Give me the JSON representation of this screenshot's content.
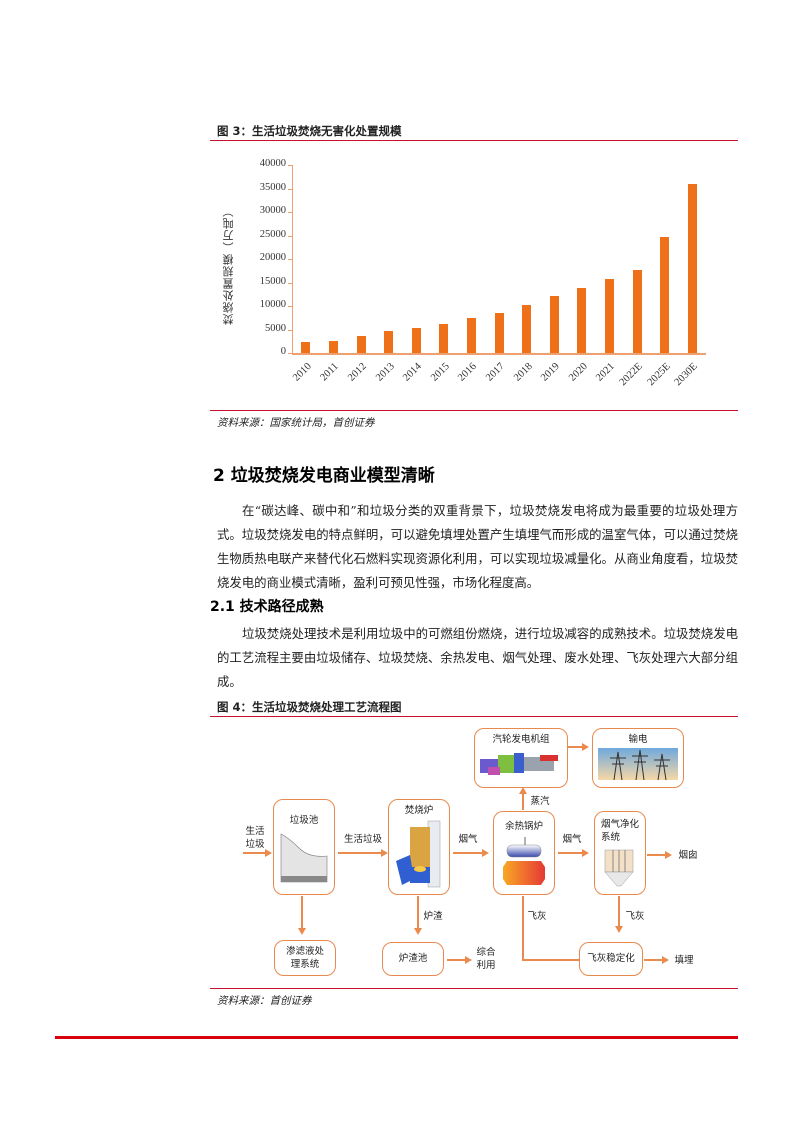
{
  "figure3": {
    "title": "图 3：生活垃圾焚烧无害化处置规模",
    "source": "资料来源：国家统计局，首创证券"
  },
  "section2": {
    "heading": "2  垃圾焚烧发电商业模型清晰",
    "paragraph": "在“碳达峰、碳中和”和垃圾分类的双重背景下，垃圾焚烧发电将成为最重要的垃圾处理方式。垃圾焚烧发电的特点鲜明，可以避免填埋处置产生填埋气而形成的温室气体，可以通过焚烧生物质热电联产来替代化石燃料实现资源化利用，可以实现垃圾减量化。从商业角度看，垃圾焚烧发电的商业模式清晰，盈利可预见性强，市场化程度高。"
  },
  "section21": {
    "heading": "2.1  技术路径成熟",
    "paragraph": "垃圾焚烧处理技术是利用垃圾中的可燃组份燃烧，进行垃圾减容的成熟技术。垃圾焚烧发电的工艺流程主要由垃圾储存、垃圾焚烧、余热发电、烟气处理、废水处理、飞灰处理六大部分组成。"
  },
  "figure4": {
    "title": "图 4：生活垃圾焚烧处理工艺流程图",
    "source": "资料来源：首创证券",
    "nodes": {
      "input": "生活\n垃圾",
      "pit": "垃圾池",
      "incinerator": "焚烧炉",
      "boiler": "余热锅炉",
      "turbine": "汽轮发电机组",
      "grid": "输电",
      "flue_clean": "烟气净化\n系统",
      "chimney": "烟囱",
      "leachate": "渗滤液处\n理系统",
      "slag_pool": "炉渣池",
      "reuse": "综合\n利用",
      "ash_stab": "飞灰稳定化",
      "landfill": "填埋"
    },
    "edges": {
      "msw": "生活垃圾",
      "flue1": "烟气",
      "flue2": "烟气",
      "steam": "蒸汽",
      "slag": "炉渣",
      "flyash1": "飞灰",
      "flyash2": "飞灰"
    }
  },
  "colors": {
    "bar": "#ee7119",
    "axis": "#f0a070",
    "accent_red": "#c8102e",
    "flow_orange": "#ea8a4c"
  },
  "chart_data": {
    "type": "bar",
    "title": "生活垃圾焚烧无害化处置规模",
    "xlabel": "",
    "ylabel": "焚烧处置规模（万吨）",
    "categories": [
      "2010",
      "2011",
      "2012",
      "2013",
      "2014",
      "2015",
      "2016",
      "2017",
      "2018",
      "2019",
      "2020",
      "2021",
      "2022E",
      "2025E",
      "2030E"
    ],
    "values": [
      2300,
      2600,
      3600,
      4600,
      5300,
      6200,
      7400,
      8500,
      10200,
      12200,
      13900,
      15800,
      17600,
      24700,
      36000
    ],
    "ylim": [
      0,
      40000
    ],
    "yticks": [
      "0",
      "5000",
      "10000",
      "15000",
      "20000",
      "25000",
      "30000",
      "35000",
      "40000"
    ],
    "grid": false,
    "legend": "none"
  }
}
